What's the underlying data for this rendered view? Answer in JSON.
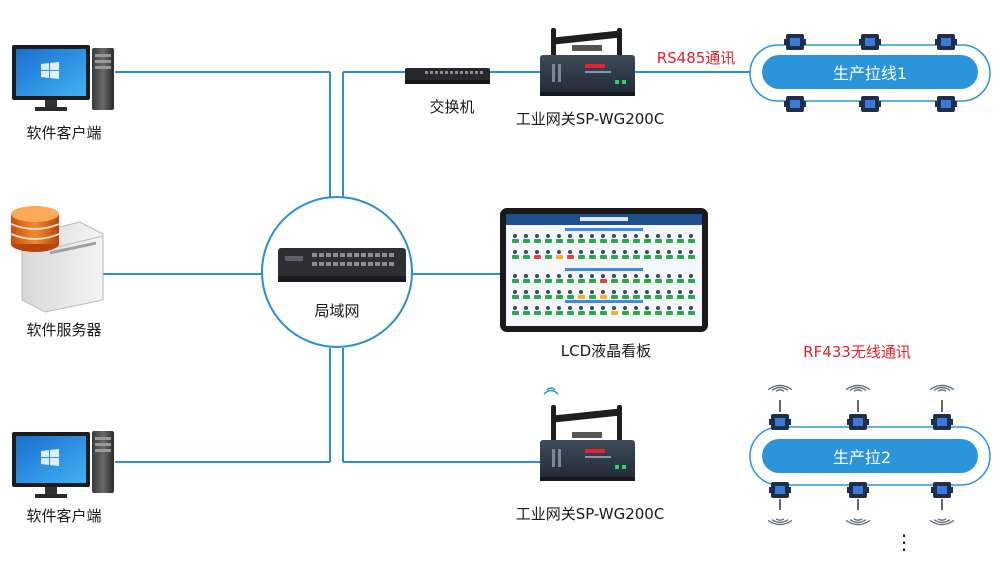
{
  "nodes": {
    "client_top": "软件客户端",
    "server": "软件服务器",
    "client_bottom": "软件客户端",
    "lan": "局域网",
    "switch": "交换机",
    "gateway_top": "工业网关SP-WG200C",
    "gateway_bottom": "工业网关SP-WG200C",
    "lcd": "LCD液晶看板"
  },
  "links": {
    "rs485": "RS485通讯",
    "rf433": "RF433无线通讯"
  },
  "lines": {
    "line1": "生产拉线1",
    "line2": "生产拉2"
  },
  "colors": {
    "link_line": "#2b8fd6",
    "pill": "#2b95dc",
    "accent_red": "#e8202a"
  }
}
